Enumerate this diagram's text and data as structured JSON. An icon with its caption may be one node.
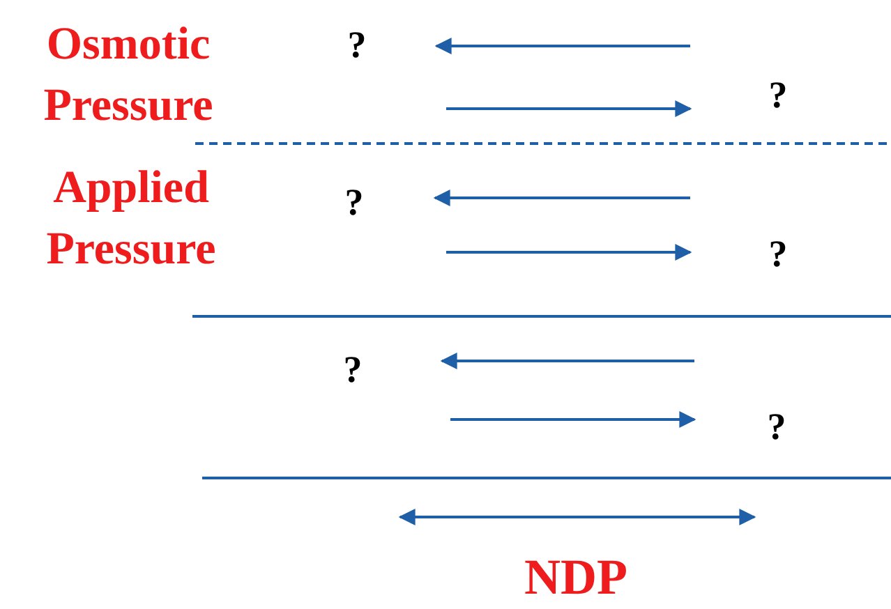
{
  "diagram": {
    "labels": [
      "Osmotic Pressure",
      "?",
      "?",
      "Applied Pressure",
      "?",
      "?",
      "?",
      "?",
      "NDP"
    ]
  }
}
